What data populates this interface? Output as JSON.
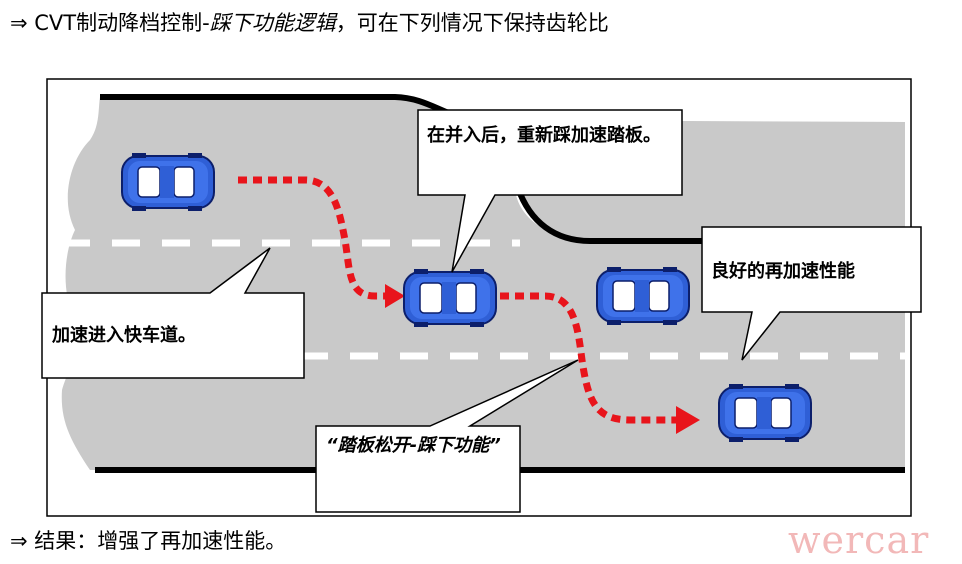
{
  "heading": {
    "prefix": "⇒ CVT制动降档控制-",
    "italic": "踩下功能逻辑",
    "suffix": "，可在下列情况下保持齿轮比"
  },
  "callouts": {
    "merge": "加速进入快车道。",
    "after_merge": "在并入后，重新踩加速踏板。",
    "reaccel": "良好的再加速性能",
    "release": "“踏板松开-踩下功能”"
  },
  "footer": "⇒ 结果：增强了再加速性能。",
  "watermark": "wercar",
  "colors": {
    "road": "#c9c9c9",
    "lane_mark": "#ffffff",
    "edge": "#000000",
    "car_body": "#2f5fd6",
    "path": "#e8141b",
    "callout_fill": "#ffffff"
  }
}
